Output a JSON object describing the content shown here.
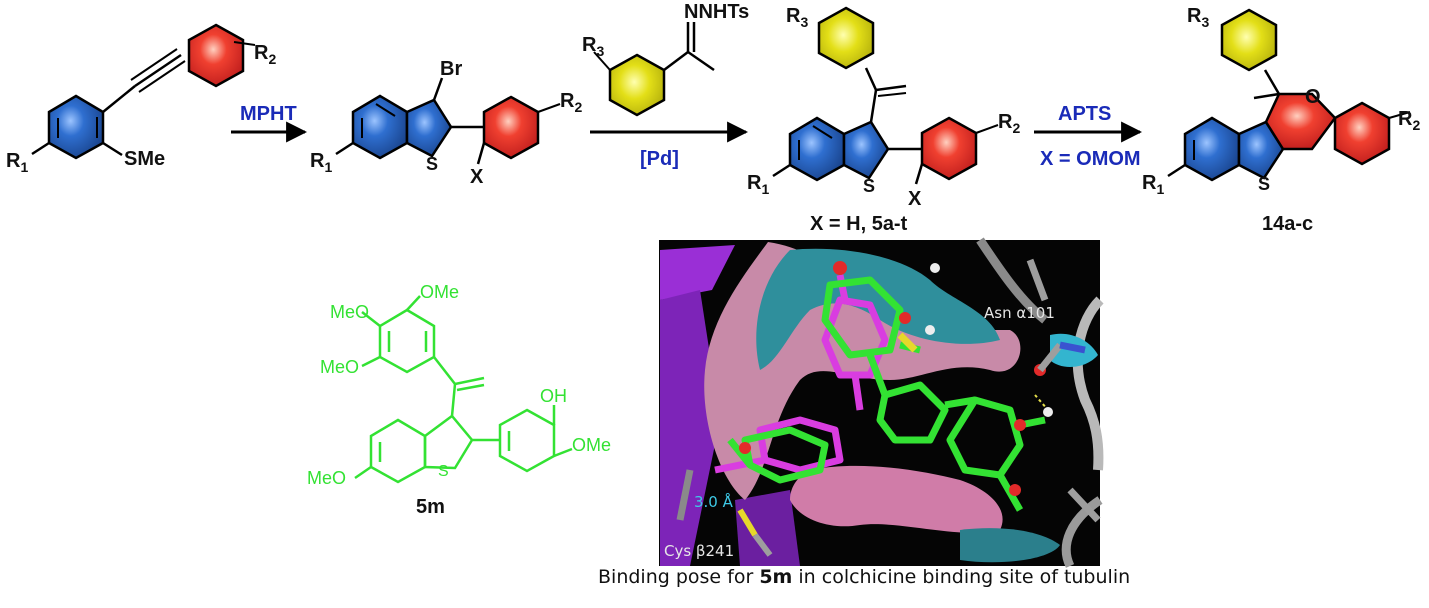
{
  "labels": {
    "r1": "R",
    "r1_sub": "1",
    "r2": "R",
    "r2_sub": "2",
    "r3": "R",
    "r3_sub": "3",
    "sme": "SMe",
    "br": "Br",
    "s": "S",
    "x": "X",
    "o": "O",
    "nnhts": "NNHTs"
  },
  "reagents": {
    "step1": "MPHT",
    "step2": "[Pd]",
    "step3_top": "APTS",
    "step3_bottom": "X = OMOM"
  },
  "compounds": {
    "mid": "X = H, 5a-t",
    "final": "14a-c",
    "hit": "5m"
  },
  "hit_labels": {
    "meo_top": "MeO",
    "ome_top": "OMe",
    "meo_left": "MeO",
    "oh": "OH",
    "ome_right": "OMe",
    "meo_bottom": "MeO",
    "s": "S"
  },
  "docking": {
    "residue1": "Asn α101",
    "residue2": "Cys β241",
    "distance": "3.0 Å"
  },
  "caption": {
    "before": "Binding pose for ",
    "bold": "5m",
    "after": " in colchicine binding site of tubulin"
  },
  "colors": {
    "blue_ring": "#1f5fb0",
    "red_ring": "#e8322e",
    "yellow_ring": "#d8d410",
    "reagent_text": "#1a2bb8",
    "ligand_green": "#33e233",
    "ligand_magenta": "#d93de0"
  }
}
